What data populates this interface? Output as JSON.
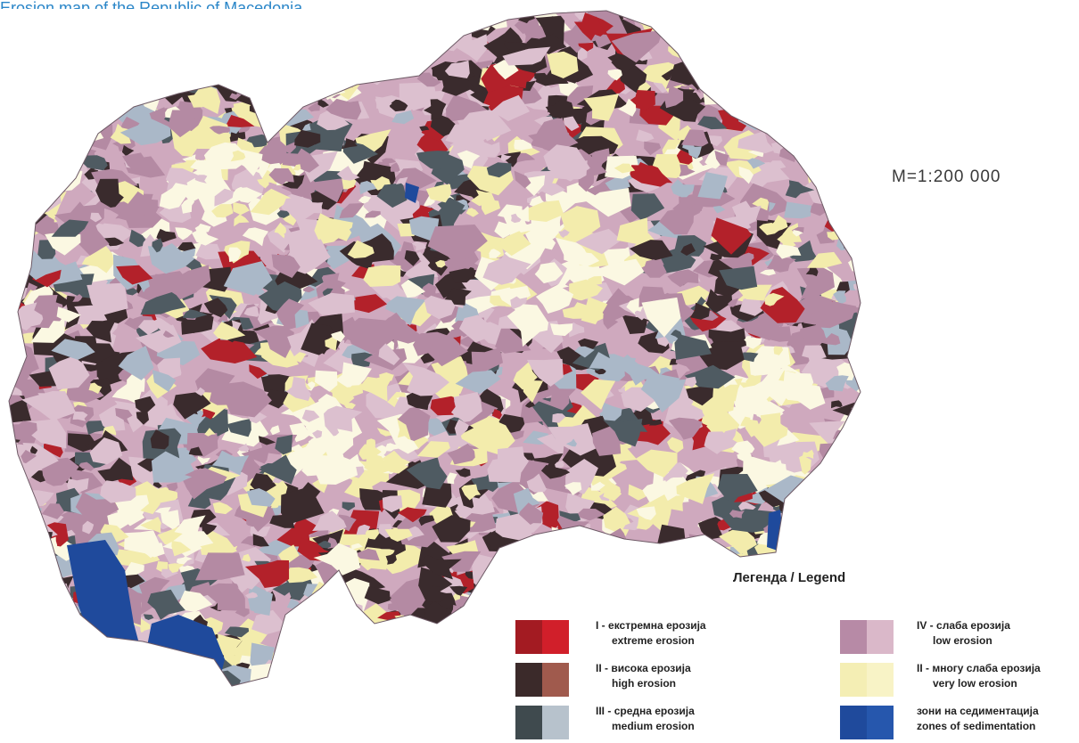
{
  "caption": "Erosion map of the Republic of Macedonia",
  "scale": "M=1:200 000",
  "legend": {
    "title": "Легенда / Legend",
    "items": [
      {
        "roman": "I -",
        "mk": "екстремна ерозија",
        "en": "extreme erosion",
        "colors": [
          "#a31b22",
          "#d11f2a"
        ]
      },
      {
        "roman": "II -",
        "mk": "висока ерозија",
        "en": "high erosion",
        "colors": [
          "#3b2a2a",
          "#a05a4d"
        ]
      },
      {
        "roman": "III -",
        "mk": "средна ерозија",
        "en": "medium erosion",
        "colors": [
          "#3f4a4e",
          "#b7c2cc"
        ]
      },
      {
        "roman": "IV -",
        "mk": "слаба ерозија",
        "en": "low erosion",
        "colors": [
          "#b78aa6",
          "#dab8c9"
        ]
      },
      {
        "roman": "II -",
        "mk": "многу слаба ерозија",
        "en": "very low erosion",
        "colors": [
          "#f4eeb4",
          "#f8f3c6"
        ]
      },
      {
        "roman": "",
        "mk": "зони на седиментација",
        "en": "zones of sedimentation",
        "colors": [
          "#1f4a9c",
          "#2657ad"
        ]
      }
    ]
  },
  "map_colors": {
    "extreme": "#b3212a",
    "high": "#3a2b2d",
    "medium": "#4f5b62",
    "medium_light": "#aab8c8",
    "low": "#b48aa3",
    "low_light": "#dcc0cf",
    "very_low": "#f3ecac",
    "very_low_light": "#fbf8e2",
    "sedimentation": "#1f4a9c"
  }
}
